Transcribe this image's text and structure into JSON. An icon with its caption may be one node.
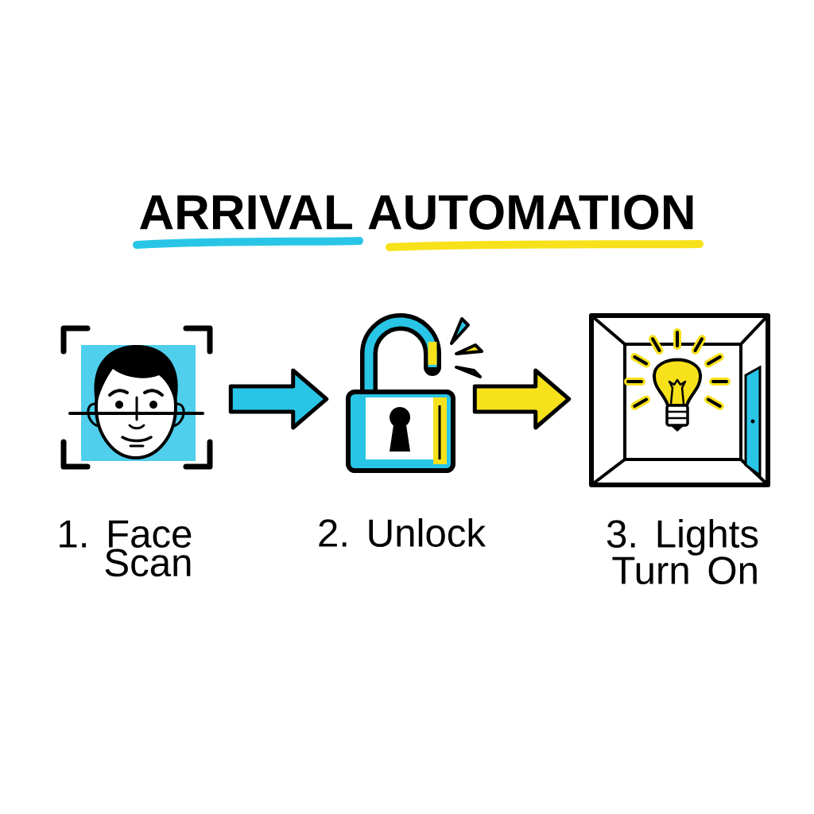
{
  "diagram": {
    "title": "ARRIVAL AUTOMATION",
    "nodes": [
      {
        "text": [],
        "shape": "picture",
        "beside": [
          "1. Face Scan"
        ]
      },
      {
        "text": [],
        "shape": "picture",
        "beside": [
          "2. Unlock"
        ]
      },
      {
        "text": [],
        "shape": "picture",
        "beside": [
          "3. Lights Turn On"
        ]
      }
    ],
    "edges": [
      {
        "from": 0,
        "to": 1,
        "arrow": "to",
        "color": "#29c5e6"
      },
      {
        "from": 1,
        "to": 2,
        "arrow": "to",
        "color": "#f7e11b"
      }
    ]
  }
}
